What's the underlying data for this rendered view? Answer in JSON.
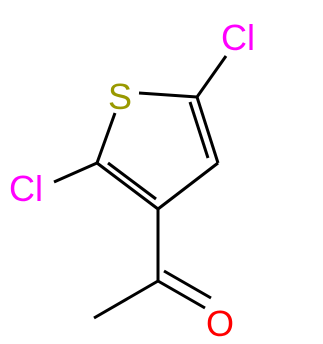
{
  "molecule": {
    "atoms": {
      "cl_top": "Cl",
      "sulfur": "S",
      "cl_left": "Cl",
      "oxygen": "O"
    },
    "colors": {
      "chlorine": "#ff00ff",
      "sulfur": "#999900",
      "oxygen": "#ff0000",
      "bond": "#000000"
    }
  }
}
